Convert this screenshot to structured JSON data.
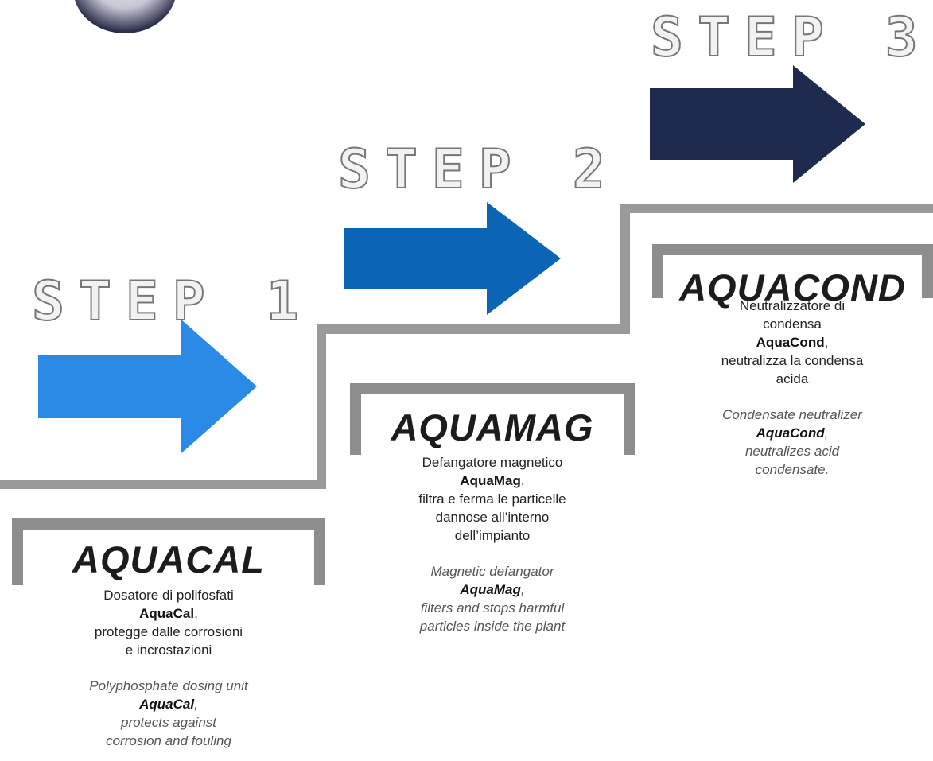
{
  "steps": [
    {
      "label": "STEP 1",
      "arrow_color": "#2a8ae6"
    },
    {
      "label": "STEP 2",
      "arrow_color": "#0b64b4"
    },
    {
      "label": "STEP 3",
      "arrow_color": "#1e2b4e"
    }
  ],
  "products": [
    {
      "name": "AQUACAL",
      "it_line1": "Dosatore di polifosfati",
      "it_brand": "AquaCal",
      "it_rest": [
        "protegge dalle corrosioni",
        "e incrostazioni"
      ],
      "en_line1": "Polyphosphate dosing unit",
      "en_brand": "AquaCal",
      "en_rest": [
        "protects against",
        "corrosion and fouling"
      ]
    },
    {
      "name": "AQUAMAG",
      "it_line1": "Defangatore magnetico",
      "it_brand": "AquaMag",
      "it_rest": [
        "filtra e ferma le particelle",
        "dannose all’interno",
        "dell’impianto"
      ],
      "en_line1": "Magnetic defangator",
      "en_brand": "AquaMag",
      "en_rest": [
        "filters and stops harmful",
        "particles inside the plant"
      ]
    },
    {
      "name": "AQUACOND",
      "it_line1": "Neutralizzatore di",
      "it_line1b": "condensa",
      "it_brand": "AquaCond",
      "it_rest": [
        "neutralizza la condensa",
        "acida"
      ],
      "en_line1": "Condensate neutralizer",
      "en_brand": "AquaCond",
      "en_rest": [
        "neutralizes acid",
        "condensate."
      ]
    }
  ],
  "comma": ","
}
